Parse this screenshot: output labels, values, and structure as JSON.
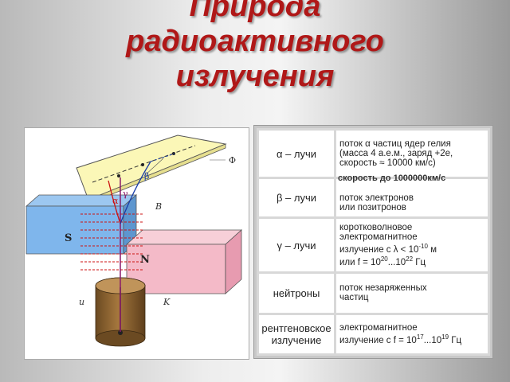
{
  "title": {
    "line1": "Природа",
    "line2": "радиоактивного",
    "line3": "излучения"
  },
  "figure": {
    "labels": {
      "alpha": "α",
      "beta": "β",
      "gamma": "γ",
      "phi": "Φ",
      "b": "B",
      "s": "S",
      "n": "N",
      "u": "u",
      "k": "K"
    }
  },
  "table": {
    "rows": [
      {
        "type": "α – лучи",
        "desc_lines": [
          "поток α частиц ядер гелия",
          "(масса 4 а.е.м., заряд +2е,",
          "скорость ≈ 10000 км/с)"
        ]
      },
      {
        "type": "β – лучи",
        "desc_lines": [
          "поток электронов",
          "или позитронов"
        ]
      },
      {
        "type": "γ – лучи",
        "desc_lines": [
          "коротковолновое",
          "электромагнитное"
        ],
        "desc_line3_prefix": "излучение с λ < 10",
        "desc_line3_sup": "-10",
        "desc_line3_suffix": " м",
        "desc_line4_prefix": "или  f = 10",
        "desc_line4_sup1": "20",
        "desc_line4_mid": "...10",
        "desc_line4_sup2": "22",
        "desc_line4_suffix": " Гц"
      },
      {
        "type": "нейтроны",
        "desc_lines": [
          "поток незаряженных",
          "частиц"
        ]
      },
      {
        "type_line1": "рентгеновское",
        "type_line2": "излучение",
        "desc_line1": "электромагнитное",
        "desc_line2_prefix": "излучение с f = 10",
        "desc_line2_sup1": "17",
        "desc_line2_mid": "...10",
        "desc_line2_sup2": "19",
        "desc_line2_suffix": " Гц"
      }
    ],
    "note": "скорость до 1000000км/с"
  }
}
